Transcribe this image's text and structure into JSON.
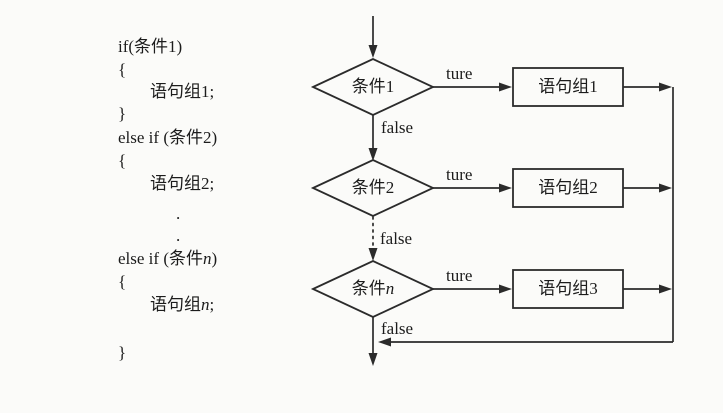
{
  "figure": {
    "description_code": "if / else-if chain code listing",
    "description_flowchart": "multi-branch selection flowchart"
  },
  "code": {
    "lines": [
      {
        "text": "if(条件1)"
      },
      {
        "text": "{"
      },
      {
        "text": "语句组1;"
      },
      {
        "text": "}"
      },
      {
        "text": "else if (条件2)"
      },
      {
        "text": "{"
      },
      {
        "text": "语句组2;"
      },
      {
        "text": "."
      },
      {
        "text": "."
      },
      {
        "pre": "else if (条件",
        "var": "n",
        "post": ")"
      },
      {
        "text": "{"
      },
      {
        "pre": "语句组",
        "var": "n",
        "post": ";"
      },
      {
        "text": ""
      },
      {
        "text": "}"
      }
    ]
  },
  "flowchart": {
    "true_label": "ture",
    "false_label": "false",
    "conditions": [
      {
        "text": "条件1"
      },
      {
        "text": "条件2"
      },
      {
        "base": "条件",
        "var": "n"
      }
    ],
    "statements": [
      "语句组1",
      "语句组2",
      "语句组3"
    ]
  },
  "colors": {
    "ink": "#2b2b2b",
    "paper": "#fbfbf9"
  }
}
